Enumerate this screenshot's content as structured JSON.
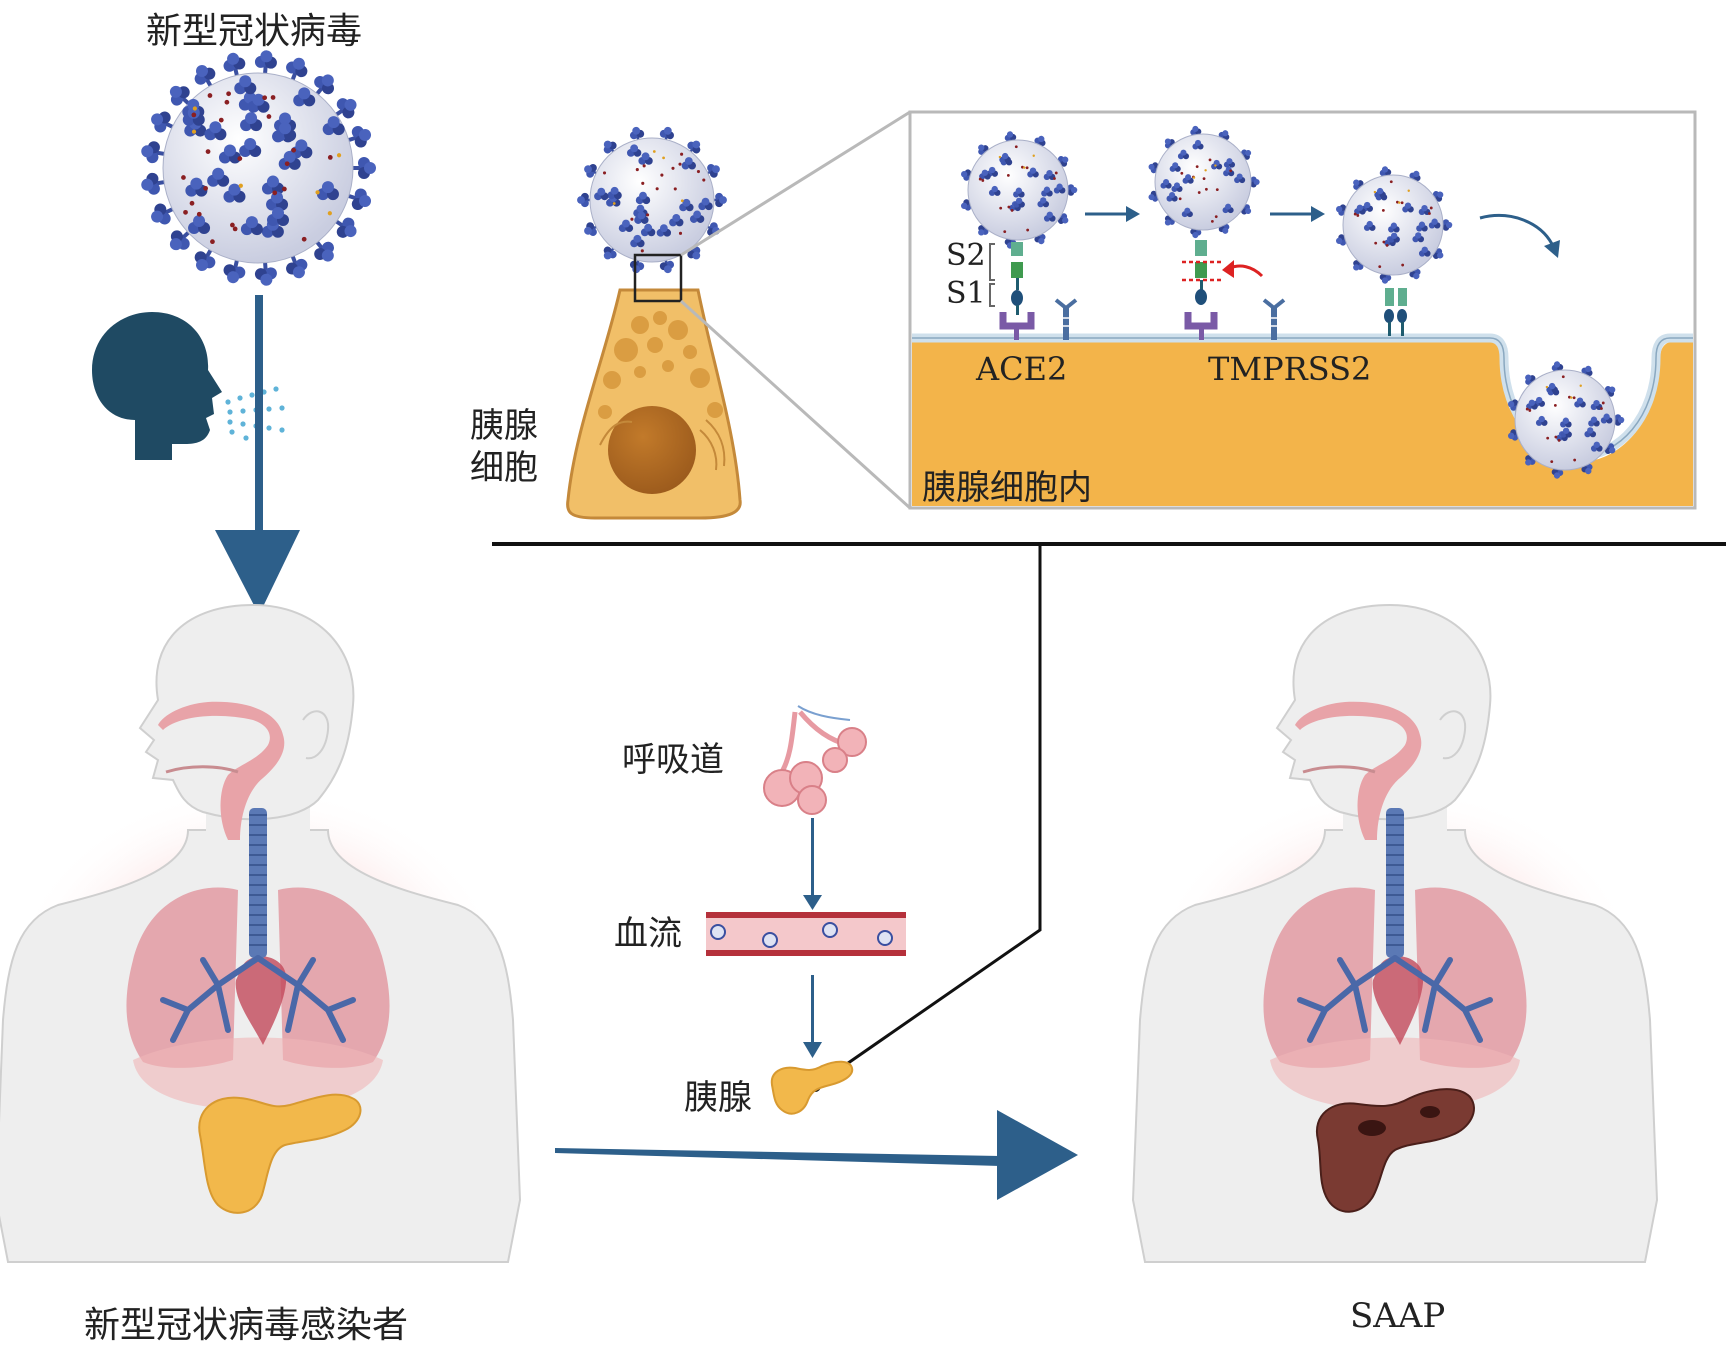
{
  "labels": {
    "virus_title": "新型冠状病毒",
    "pancreatic_cell": "胰腺\n细胞",
    "pancreatic_cell_line1": "胰腺",
    "pancreatic_cell_line2": "细胞",
    "s2": "S2",
    "s1": "S1",
    "ace2": "ACE2",
    "tmprss2": "TMPRSS2",
    "intracellular": "胰腺细胞内",
    "respiratory_tract": "呼吸道",
    "bloodstream": "血流",
    "pancreas": "胰腺",
    "infected_person": "新型冠状病毒感染者",
    "saap": "SAAP"
  },
  "colors": {
    "arrow": "#2d5f8a",
    "virus_blue": "#3a4fa0",
    "virus_body": "#e6e8f2",
    "cell_orange": "#f3b54a",
    "pancreas_yellow": "#f2b84b",
    "blood_red": "#b5313b",
    "lung_pink": "#e9a7ad",
    "trachea_blue": "#5b79b5",
    "diseased_pancreas": "#7a3a32"
  }
}
